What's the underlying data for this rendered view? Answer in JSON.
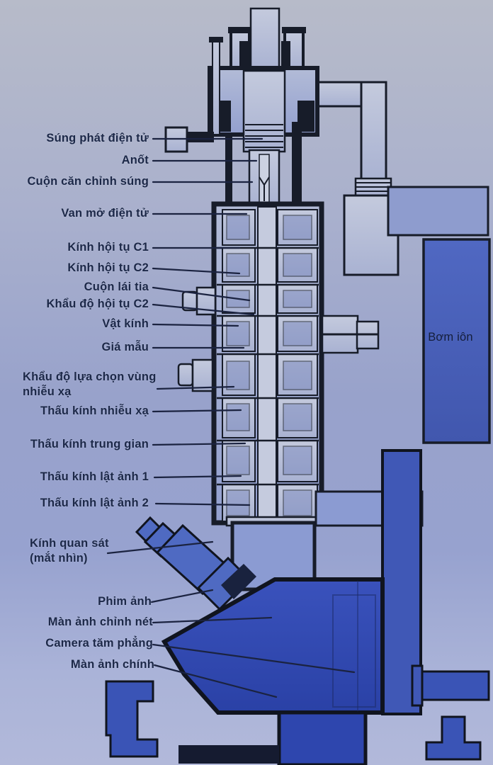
{
  "labels": [
    {
      "id": "electron-gun",
      "text": "Súng phát điện tử"
    },
    {
      "id": "anode",
      "text": "Anốt"
    },
    {
      "id": "gun-alignment-coil",
      "text": "Cuộn căn chỉnh súng"
    },
    {
      "id": "electron-valve",
      "text": "Van mở điện tử"
    },
    {
      "id": "condenser-lens-c1",
      "text": "Kính hội tụ C1"
    },
    {
      "id": "condenser-lens-c2",
      "text": "Kính hội tụ C2"
    },
    {
      "id": "beam-deflector-coil",
      "text": "Cuộn lái tia"
    },
    {
      "id": "c2-condenser-aperture",
      "text": "Khẩu độ hội tụ C2"
    },
    {
      "id": "objective-lens",
      "text": "Vật kính"
    },
    {
      "id": "specimen-holder",
      "text": "Giá mẫu"
    },
    {
      "id": "selected-area-diffraction-aperture",
      "text": "Khẩu độ lựa chọn vùng\nnhiễu xạ"
    },
    {
      "id": "diffraction-lens",
      "text": "Thấu kính nhiễu xạ"
    },
    {
      "id": "intermediate-lens",
      "text": "Thấu kính trung gian"
    },
    {
      "id": "projector-lens-1",
      "text": "Thấu kính lật ảnh 1"
    },
    {
      "id": "projector-lens-2",
      "text": "Thấu kính lật ảnh 2"
    },
    {
      "id": "viewing-binoculars",
      "text": "Kính quan sát\n(mắt nhìn)"
    },
    {
      "id": "photographic-film",
      "text": "Phim ảnh"
    },
    {
      "id": "focusing-screen",
      "text": "Màn ảnh chỉnh nét"
    },
    {
      "id": "plate-camera",
      "text": "Camera tăm phẳng"
    },
    {
      "id": "main-screen",
      "text": "Màn ảnh chính"
    },
    {
      "id": "ion-pump",
      "text": "Bơm iôn"
    }
  ],
  "colors": {
    "background_top": "#b7bbc9",
    "background_bottom": "#b2b9da",
    "chamber_blue": "#2e46ae",
    "ion_pump_blue": "#4763ba",
    "outline": "#171c29",
    "label_text": "#1c2848"
  }
}
